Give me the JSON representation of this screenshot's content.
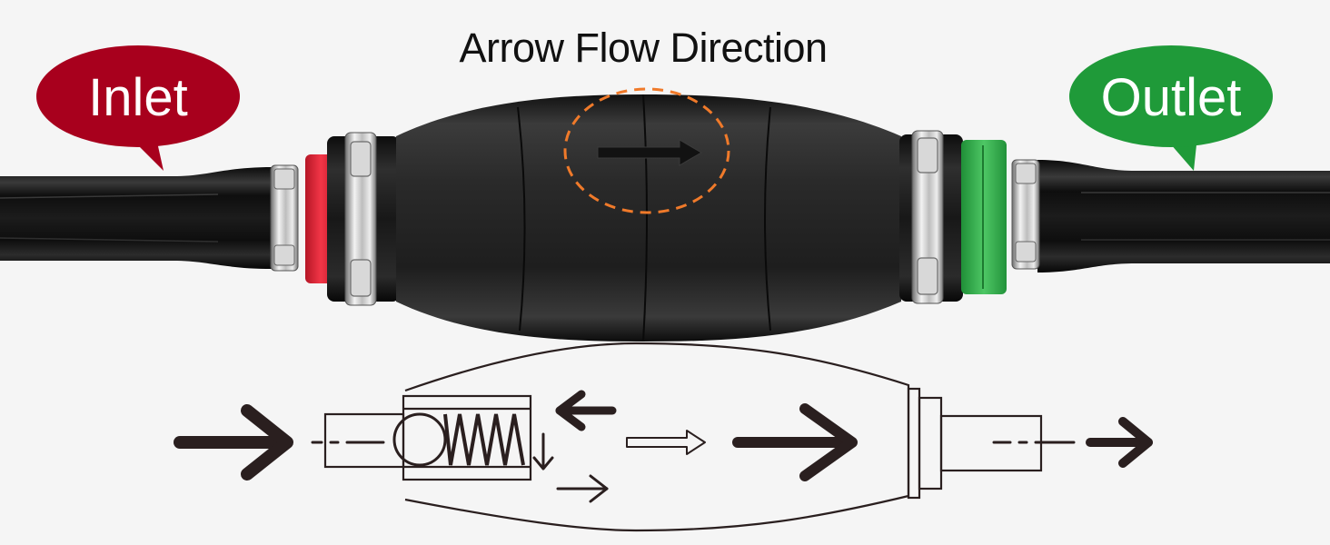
{
  "heading": {
    "text": "Arrow Flow Direction"
  },
  "labels": {
    "inlet": "Inlet",
    "outlet": "Outlet"
  },
  "colors": {
    "inlet_bubble": "#a8001d",
    "outlet_bubble": "#1f9a39",
    "inlet_collar": "#e8283a",
    "outlet_collar": "#2fb04b",
    "bulb_body": "#1d1d1d",
    "highlight_circle": "#f07a2a",
    "diagram_stroke": "#2a1f1f"
  },
  "icons": {
    "flow_direction": "arrow-right-icon",
    "return_flow": "arrow-left-icon",
    "valve_drop": "arrow-down-icon"
  }
}
